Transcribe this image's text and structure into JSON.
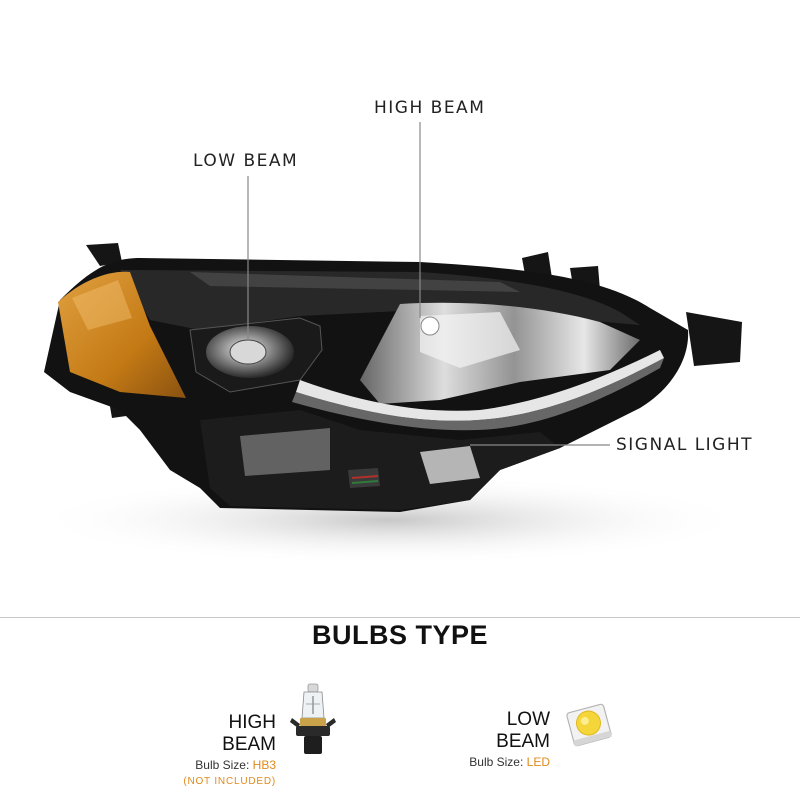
{
  "callouts": {
    "high_beam": "HIGH  BEAM",
    "low_beam": "LOW  BEAM",
    "signal_light": "SIGNAL  LIGHT"
  },
  "bulbs_section": {
    "title": "BULBS TYPE",
    "high_beam": {
      "name": "HIGH BEAM",
      "size_label": "Bulb  Size:",
      "size_value": "HB3",
      "note": "(NOT INCLUDED)"
    },
    "low_beam": {
      "name": "LOW BEAM",
      "size_label": "Bulb  Size:",
      "size_value": "LED"
    }
  },
  "colors": {
    "accent_orange": "#e08a1e",
    "headlight_housing": "#121212",
    "amber_reflector": "#c8891f"
  }
}
